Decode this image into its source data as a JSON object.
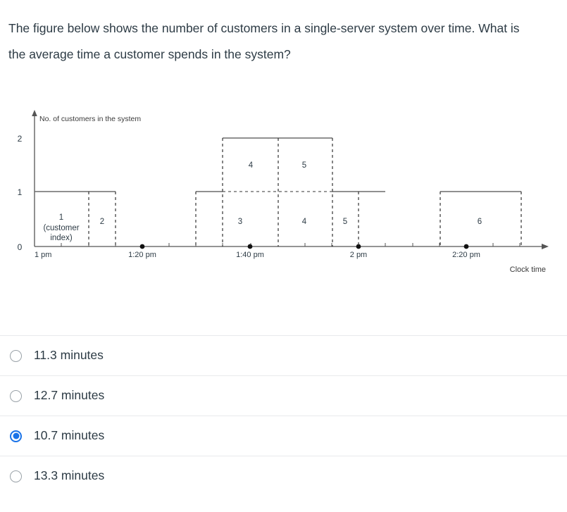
{
  "question": {
    "text": "The figure below shows the number of customers in a single-server system over time. What is the average time a customer spends in the system?"
  },
  "figure": {
    "y_axis_label": "No. of customers in the system",
    "x_axis_label": "Clock time",
    "y_ticks": [
      "0",
      "1",
      "2"
    ],
    "x_ticks": [
      "1 pm",
      "1:20 pm",
      "1:40 pm",
      "2 pm",
      "2:20 pm"
    ],
    "inline_note": "(customer index)",
    "block_labels": {
      "b1": "1",
      "b2": "2",
      "b3": "3",
      "b4": "4",
      "b5": "5",
      "b6": "4",
      "b7": "5",
      "b8": "6"
    }
  },
  "chart_data": {
    "type": "line",
    "title": "",
    "xlabel": "Clock time",
    "ylabel": "No. of customers in the system",
    "ylim": [
      0,
      2.4
    ],
    "yticks": [
      0,
      1,
      2
    ],
    "xtick_labels": [
      "1 pm",
      "1:20 pm",
      "1:40 pm",
      "2 pm",
      "2:20 pm"
    ],
    "xtick_minutes": [
      0,
      20,
      40,
      60,
      80
    ],
    "grid": false,
    "legend": null,
    "series": [
      {
        "name": "Number in system",
        "step": "post",
        "x_minutes": [
          0,
          15,
          25,
          40,
          45,
          60,
          65,
          80,
          95
        ],
        "y_values": [
          1,
          1,
          0,
          1,
          2,
          1,
          0,
          1,
          0
        ]
      }
    ],
    "customers": [
      {
        "index": 1,
        "level": 1,
        "start_minutes": 0,
        "end_minutes": 15,
        "label": "1"
      },
      {
        "index": 2,
        "level": 1,
        "start_minutes": 15,
        "end_minutes": 25,
        "label": "2"
      },
      {
        "index": 3,
        "level": 1,
        "start_minutes": 40,
        "end_minutes": 55,
        "label": "3"
      },
      {
        "index": 4,
        "level": 2,
        "start_minutes": 45,
        "end_minutes": 55,
        "label": "4"
      },
      {
        "index": 5,
        "level": 2,
        "start_minutes": 55,
        "end_minutes": 65,
        "label": "5"
      },
      {
        "index": 4,
        "level": 1,
        "start_minutes": 55,
        "end_minutes": 65,
        "label": "4"
      },
      {
        "index": 5,
        "level": 1,
        "start_minutes": 65,
        "end_minutes": 70,
        "label": "5"
      },
      {
        "index": 6,
        "level": 1,
        "start_minutes": 85,
        "end_minutes": 100,
        "label": "6"
      }
    ],
    "annotations": [
      "(customer index)"
    ]
  },
  "answers": {
    "options": [
      {
        "label": "11.3 minutes",
        "selected": false
      },
      {
        "label": "12.7 minutes",
        "selected": false
      },
      {
        "label": "10.7 minutes",
        "selected": true
      },
      {
        "label": "13.3 minutes",
        "selected": false
      }
    ]
  },
  "colors": {
    "accent": "#1a73e8",
    "text": "#2d3b45",
    "axis": "#555555",
    "divider": "#e8eaec"
  }
}
